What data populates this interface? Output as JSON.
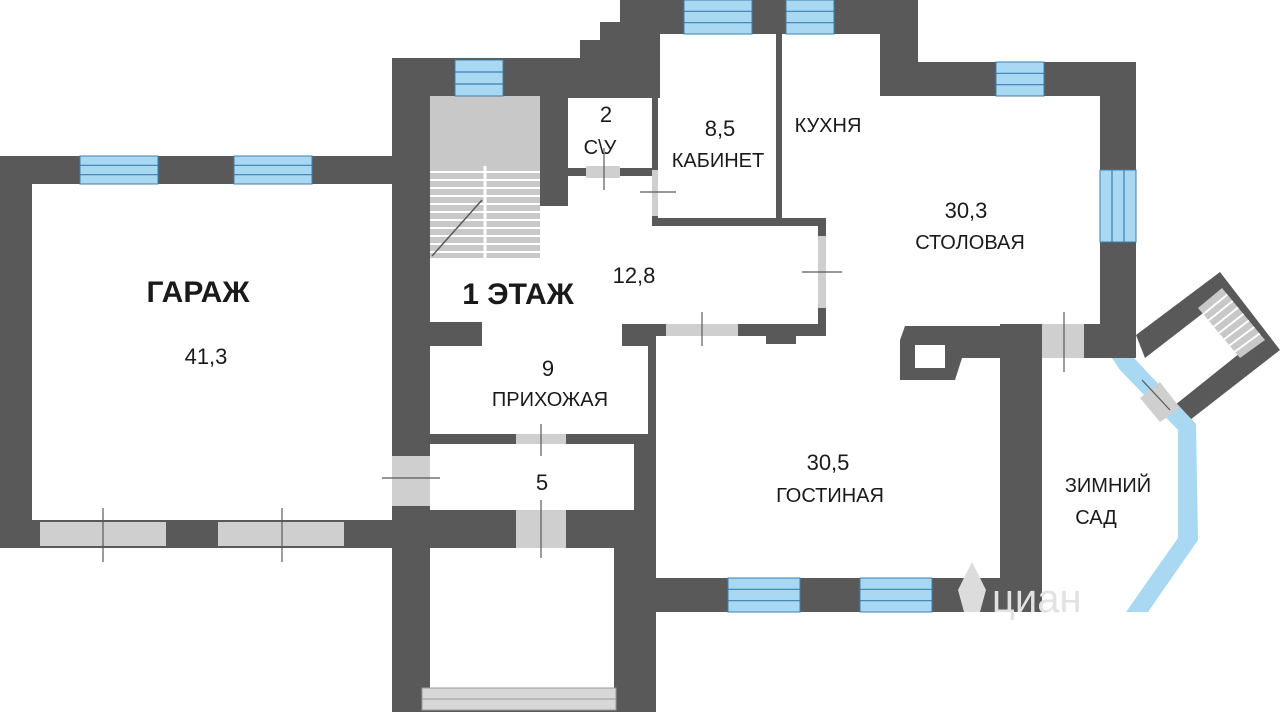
{
  "floor_label": "1 ЭТАЖ",
  "watermark": "циан",
  "colors": {
    "wall": "#595959",
    "window_fill": "#a8d8f2",
    "window_line": "#3d7fb0",
    "door_opening": "#cfcfcf",
    "stairs": "#c8c8c8",
    "background": "#ffffff"
  },
  "rooms": {
    "garage": {
      "name": "ГАРАЖ",
      "area": "41,3"
    },
    "wc": {
      "area": "2",
      "name": "С\\У"
    },
    "office": {
      "area": "8,5",
      "name": "КАБИНЕТ"
    },
    "kitchen": {
      "name": "КУХНЯ"
    },
    "dining": {
      "area": "30,3",
      "name": "СТОЛОВАЯ"
    },
    "hall": {
      "area": "12,8"
    },
    "entrance": {
      "area": "9",
      "name": "ПРИХОЖАЯ"
    },
    "vestibule": {
      "area": "5"
    },
    "living": {
      "area": "30,5",
      "name": "ГОСТИНАЯ"
    },
    "winter_garden": {
      "name_line1": "ЗИМНИЙ",
      "name_line2": "САД"
    }
  }
}
